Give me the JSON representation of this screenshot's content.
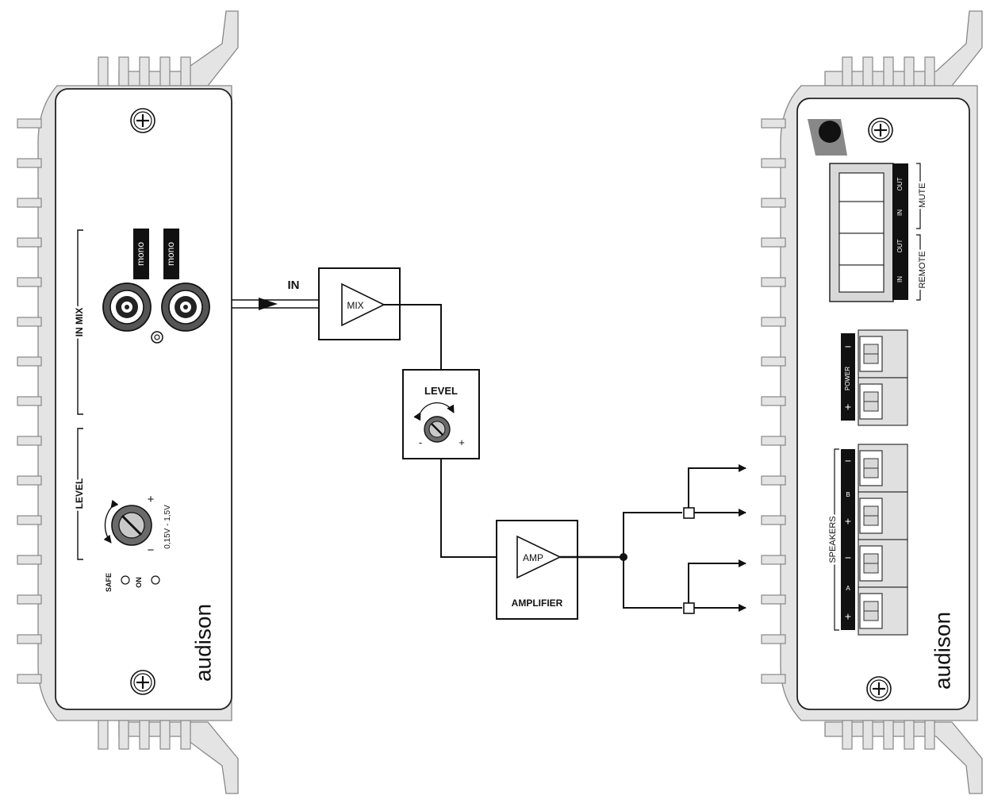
{
  "left_panel": {
    "inputs_label": "IN  MIX",
    "input_tag_1": "mono",
    "input_tag_2": "mono",
    "level_label": "LEVEL",
    "level_plus": "+",
    "level_minus": "−",
    "level_range": "0,15V - 1,5V",
    "safe_label": "SAFE",
    "on_label": "ON",
    "brand": "audison"
  },
  "diagram": {
    "in_label": "IN",
    "mix_label": "MIX",
    "level_title": "LEVEL",
    "level_minus": "-",
    "level_plus": "+",
    "amp_label": "AMP",
    "amplifier_title": "AMPLIFIER"
  },
  "right_panel": {
    "remote_label": "REMOTE",
    "remote_in": "IN",
    "remote_out": "OUT",
    "mute_label": "MUTE",
    "mute_in": "IN",
    "mute_out": "OUT",
    "power_label": "POWER",
    "power_minus": "−",
    "power_plus": "+",
    "speakers_label": "SPEAKERS",
    "speaker_a": "A",
    "speaker_b": "B",
    "spk_plus": "+",
    "spk_minus": "−",
    "brand": "audison"
  }
}
